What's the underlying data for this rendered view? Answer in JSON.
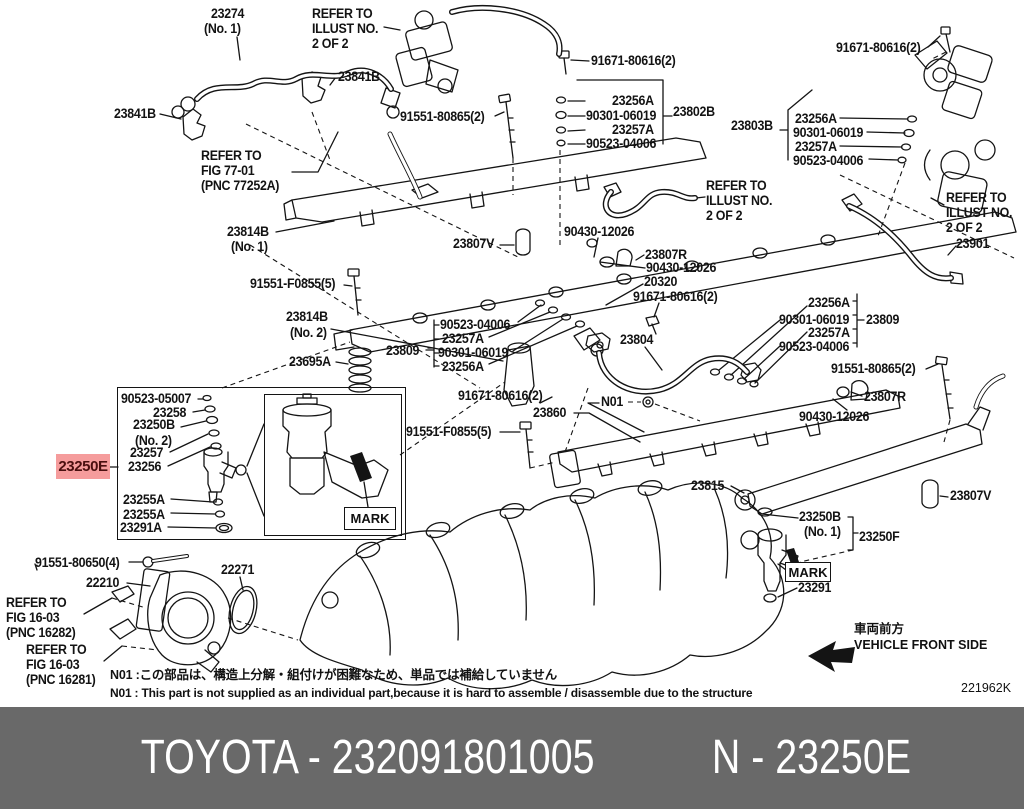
{
  "meta": {
    "bg_color": "#ffffff",
    "line_color": "#141414",
    "highlight_bg": "#f59c9c",
    "highlight_text_color": "#4a0f0f",
    "footer_bg": "#696969",
    "footer_text_color": "#ffffff"
  },
  "labels": {
    "p23274": "23274",
    "p23274_no": "(No. 1)",
    "refer_illust_top": "REFER TO\nILLUST NO.\n2 OF 2",
    "p23841b_r": "23841B",
    "p23841b_l": "23841B",
    "p91671_a": "91671-80616(2)",
    "p91671_b": "91671-80616(2)",
    "refer_fig7701": "REFER TO\nFIG 77-01\n(PNC 77252A)",
    "p91551_80865_a": "91551-80865(2)",
    "g1_23256a": "23256A",
    "g1_90301": "90301-06019",
    "g1_23257a": "23257A",
    "g1_90523": "90523-04006",
    "p23802b": "23802B",
    "p23803b": "23803B",
    "g2_23256a": "23256A",
    "g2_90301": "90301-06019",
    "g2_23257a": "23257A",
    "g2_90523": "90523-04006",
    "refer_illust_mid": "REFER TO\nILLUST NO.\n2 OF 2",
    "refer_illust_right": "REFER TO\nILLUST NO.\n2 OF 2",
    "p23901": "23901",
    "p23814b_1": "23814B",
    "p23814b_1_no": "(No. 1)",
    "p23807v_a": "23807V",
    "p91551_f0855_a": "91551-F0855(5)",
    "p23814b_2": "23814B",
    "p23814b_2_no": "(No. 2)",
    "p23695a": "23695A",
    "p23809_l": "23809",
    "g3_90523": "90523-04006",
    "g3_23257a": "23257A",
    "g3_90301": "90301-06019",
    "g3_23256a": "23256A",
    "p90430_a": "90430-12026",
    "p23807r_a": "23807R",
    "p90430_b": "90430-12026",
    "p20320": "20320",
    "p91671_c": "91671-80616(2)",
    "p23804": "23804",
    "g4_23256a": "23256A",
    "g4_90301": "90301-06019",
    "g4_23257a": "23257A",
    "g4_90523": "90523-04006",
    "p23809_r": "23809",
    "p91551_80865_b": "91551-80865(2)",
    "p23807r_b": "23807R",
    "p90430_c": "90430-12026",
    "p91671_d": "91671-80616(2)",
    "p23860": "23860",
    "n01_tag": "N01",
    "p91551_f0855_b": "91551-F0855(5)",
    "box_90523_05007": "90523-05007",
    "box_23258": "23258",
    "box_23250b": "23250B",
    "box_23250b_no": "(No. 2)",
    "box_23257": "23257",
    "box_23256": "23256",
    "box_23255a_1": "23255A",
    "box_23255a_2": "23255A",
    "box_23291a": "23291A",
    "p23250e": "23250E",
    "mark_1": "MARK",
    "p23815": "23815",
    "p23807v_b": "23807V",
    "p23250b_r": "23250B",
    "p23250b_r_no": "(No. 1)",
    "p23250f": "23250F",
    "mark_2": "MARK",
    "p23291": "23291",
    "p91551_80650": "91551-80650(4)",
    "p22210": "22210",
    "p22271": "22271",
    "refer_fig1603_a": "REFER TO\nFIG 16-03\n(PNC 16282)",
    "refer_fig1603_b": "REFER TO\nFIG 16-03\n(PNC 16281)"
  },
  "notes": {
    "jp": "N01 :この部品は、構造上分解・組付けが困難なため、単品では補給していません",
    "en": "N01 : This part is not supplied as an individual part,because it is hard to assemble / disassemble due to the structure"
  },
  "front_side": {
    "jp": "車両前方",
    "en": "VEHICLE FRONT SIDE"
  },
  "doc_code": "221962K",
  "footer": {
    "brand_part": "TOYOTA - 232091801005",
    "ref_part": "N - 23250E"
  }
}
